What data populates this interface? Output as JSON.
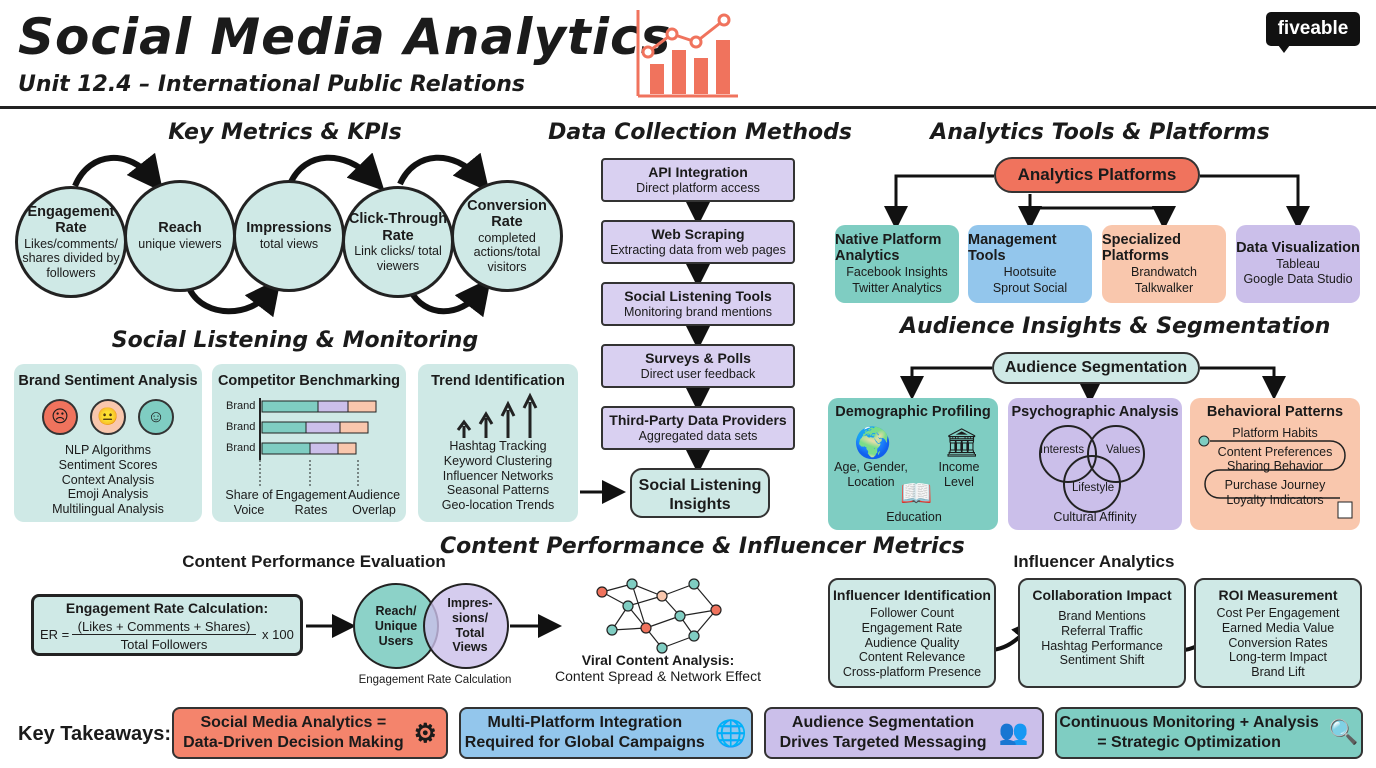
{
  "header": {
    "title": "Social Media Analytics",
    "subtitle": "Unit 12.4 – International Public Relations",
    "logo": "fiveable",
    "icon": "bar-chart-icon"
  },
  "colors": {
    "teal": "#cfe9e6",
    "purple": "#d9d0f1",
    "salmon": "#f9c7ad",
    "accent": "#f0735d",
    "blue": "#93c6ec"
  },
  "kpis": {
    "title": "Key Metrics & KPIs",
    "items": [
      {
        "name": "Engagement Rate",
        "desc": "Likes/comments/ shares divided by followers"
      },
      {
        "name": "Reach",
        "desc": "unique viewers"
      },
      {
        "name": "Impressions",
        "desc": "total views"
      },
      {
        "name": "Click-Through Rate",
        "desc": "Link clicks/ total viewers"
      },
      {
        "name": "Conversion Rate",
        "desc": "completed actions/total visitors"
      }
    ]
  },
  "listening": {
    "title": "Social Listening & Monitoring",
    "sentiment": {
      "title": "Brand Sentiment Analysis",
      "items": [
        "NLP Algorithms",
        "Sentiment Scores",
        "Context Analysis",
        "Emoji Analysis",
        "Multilingual Analysis"
      ]
    },
    "benchmark": {
      "title": "Competitor Benchmarking",
      "brand_label": "Brand",
      "labels": [
        "Share of Voice",
        "Engagement Rates",
        "Audience Overlap"
      ]
    },
    "trends": {
      "title": "Trend Identification",
      "items": [
        "Hashtag Tracking",
        "Keyword Clustering",
        "Influencer Networks",
        "Seasonal Patterns",
        "Geo-location Trends"
      ]
    }
  },
  "data_collection": {
    "title": "Data Collection Methods",
    "steps": [
      {
        "name": "API Integration",
        "desc": "Direct platform access"
      },
      {
        "name": "Web Scraping",
        "desc": "Extracting data from web pages"
      },
      {
        "name": "Social Listening Tools",
        "desc": "Monitoring brand mentions"
      },
      {
        "name": "Surveys & Polls",
        "desc": "Direct user feedback"
      },
      {
        "name": "Third-Party Data Providers",
        "desc": "Aggregated data sets"
      }
    ],
    "result": "Social Listening Insights"
  },
  "tools": {
    "title": "Analytics Tools & Platforms",
    "root": "Analytics Platforms",
    "cats": [
      {
        "name": "Native Platform Analytics",
        "items": [
          "Facebook Insights",
          "Twitter Analytics"
        ]
      },
      {
        "name": "Management Tools",
        "items": [
          "Hootsuite",
          "Sprout Social"
        ]
      },
      {
        "name": "Specialized Platforms",
        "items": [
          "Brandwatch",
          "Talkwalker"
        ]
      },
      {
        "name": "Data Visualization",
        "items": [
          "Tableau",
          "Google Data Studio"
        ]
      }
    ]
  },
  "audience": {
    "title": "Audience Insights & Segmentation",
    "root": "Audience Segmentation",
    "demo": {
      "title": "Demographic Profiling",
      "a": "Age, Gender, Location",
      "b": "Income Level",
      "c": "Education"
    },
    "psycho": {
      "title": "Psychographic Analysis",
      "a": "Interests",
      "b": "Values",
      "c": "Lifestyle",
      "d": "Cultural Affinity"
    },
    "behav": {
      "title": "Behavioral Patterns",
      "items": [
        "Platform Habits",
        "Content Preferences",
        "Sharing Behavior",
        "Purchase Journey",
        "Loyalty Indicators"
      ]
    }
  },
  "content": {
    "title": "Content Performance & Influencer Metrics",
    "eval_title": "Content Performance Evaluation",
    "formula_title": "Engagement Rate Calculation:",
    "formula_lhs": "ER =",
    "numerator": "(Likes + Comments + Shares)",
    "denominator": "Total Followers",
    "multiplier": "x 100",
    "venn_a": "Reach/ Unique Users",
    "venn_b": "Impres- sions/ Total Views",
    "venn_caption": "Engagement Rate Calculation",
    "viral_title": "Viral Content Analysis:",
    "viral_desc": "Content Spread & Network Effect"
  },
  "influencer": {
    "title": "Influencer Analytics",
    "boxes": [
      {
        "name": "Influencer Identification",
        "items": [
          "Follower Count",
          "Engagement Rate",
          "Audience Quality",
          "Content Relevance",
          "Cross-platform Presence"
        ]
      },
      {
        "name": "Collaboration Impact",
        "items": [
          "Brand Mentions",
          "Referral Traffic",
          "Hashtag Performance",
          "Sentiment Shift"
        ]
      },
      {
        "name": "ROI Measurement",
        "items": [
          "Cost Per Engagement",
          "Earned Media Value",
          "Conversion Rates",
          "Long-term Impact",
          "Brand Lift"
        ]
      }
    ]
  },
  "takeaways": {
    "label": "Key Takeaways:",
    "items": [
      {
        "l1": "Social Media Analytics =",
        "l2": "Data-Driven Decision Making"
      },
      {
        "l1": "Multi-Platform Integration",
        "l2": "Required for Global Campaigns"
      },
      {
        "l1": "Audience Segmentation",
        "l2": "Drives Targeted Messaging"
      },
      {
        "l1": "Continuous Monitoring + Analysis",
        "l2": "= Strategic Optimization"
      }
    ]
  }
}
